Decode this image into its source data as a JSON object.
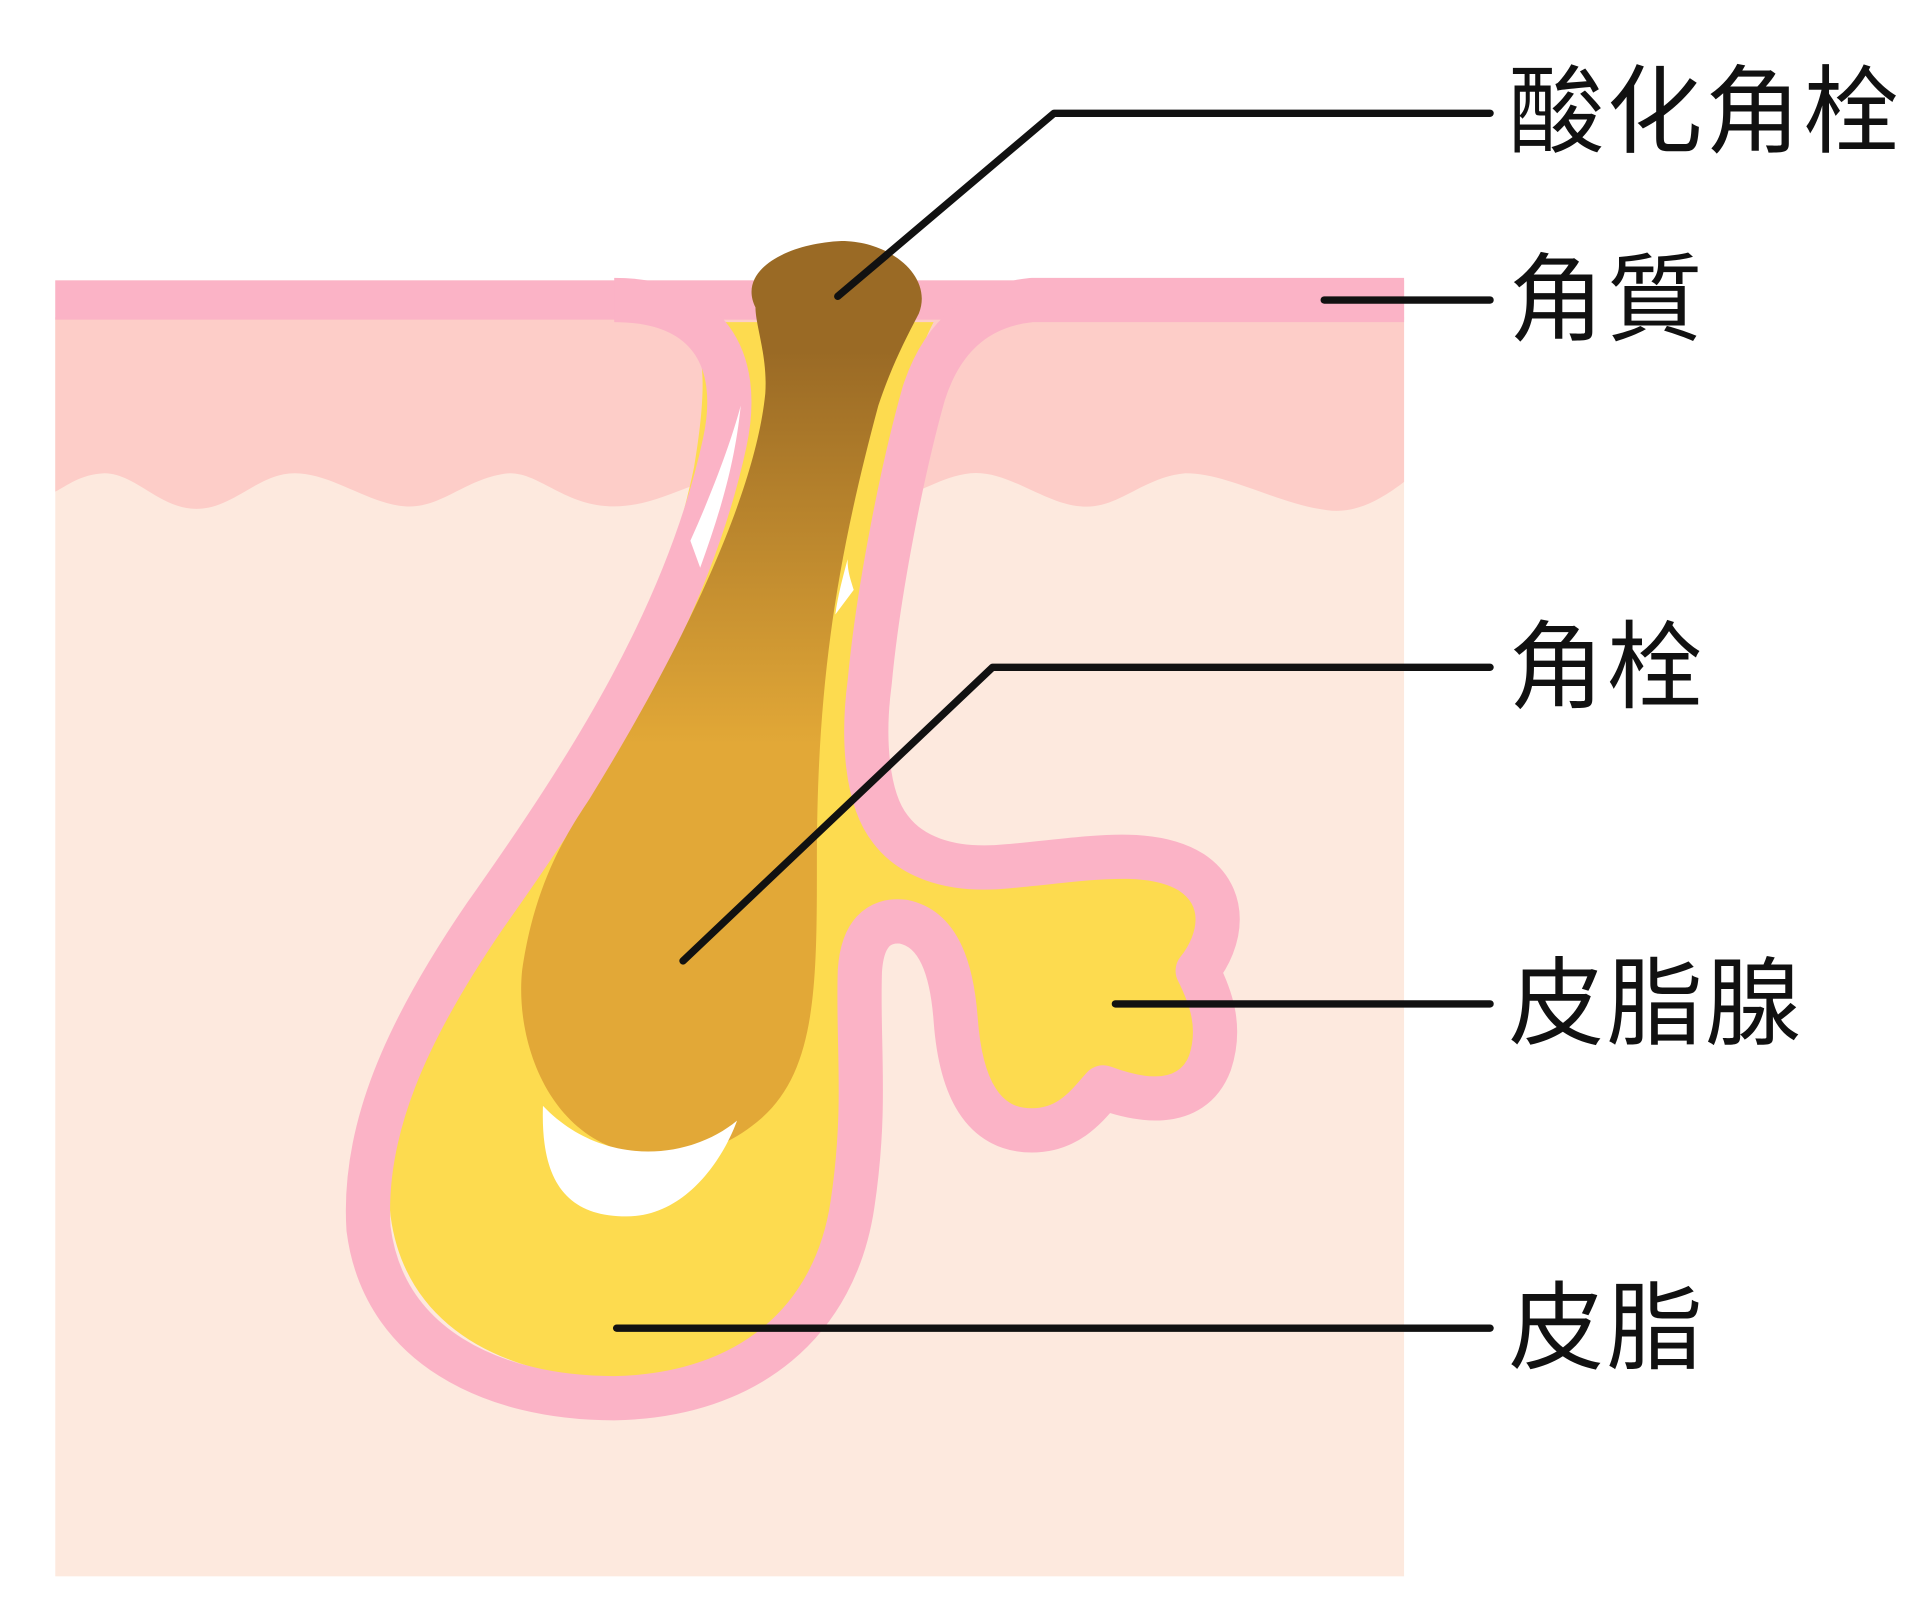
{
  "title": "角栓と皮脂の構造図",
  "labels": {
    "oxidized_plug": "酸化角栓",
    "stratum_corneum": "角質",
    "keratin_plug": "角栓",
    "sebaceous_gland": "皮脂腺",
    "sebum": "皮脂"
  },
  "colors": {
    "dermis": "#fde9de",
    "epidermis": "#fdcdc8",
    "horny_layer": "#fbb3c6",
    "sebum": "#fddb4f",
    "plug_dark": "#9a6a25",
    "plug_light": "#e2a837",
    "line": "#111111"
  }
}
